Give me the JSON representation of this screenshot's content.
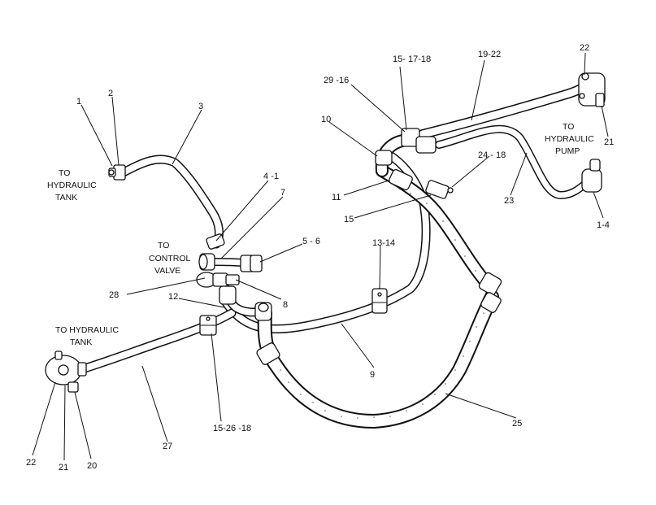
{
  "diagram": {
    "callouts": {
      "c1": "1",
      "c2": "2",
      "c3": "3",
      "c4_1": "4 -1",
      "c7": "7",
      "c5_6": "5 - 6",
      "c28": "28",
      "c8": "8",
      "c12": "12",
      "c9": "9",
      "c13_14": "13-14",
      "c15_26_18": "15-26 -18",
      "c27": "27",
      "c22_left": "22",
      "c21_left": "21",
      "c20": "20",
      "c25": "25",
      "c10": "10",
      "c11": "11",
      "c15_mid": "15",
      "c29_16": "29 -16",
      "c15_17_18": "15- 17-18",
      "c19_22": "19-22",
      "c22_right": "22",
      "c21_right": "21",
      "c24_18": "24 - 18",
      "c23": "23",
      "c1_4": "1-4"
    },
    "notes": {
      "tank_top": [
        "TO",
        "HYDRAULIC",
        "TANK"
      ],
      "control_valve": [
        "TO",
        "CONTROL",
        "VALVE"
      ],
      "tank_bottom": [
        "TO HYDRAULIC",
        "TANK"
      ],
      "pump": [
        "TO",
        "HYDRAULIC",
        "PUMP"
      ]
    }
  }
}
